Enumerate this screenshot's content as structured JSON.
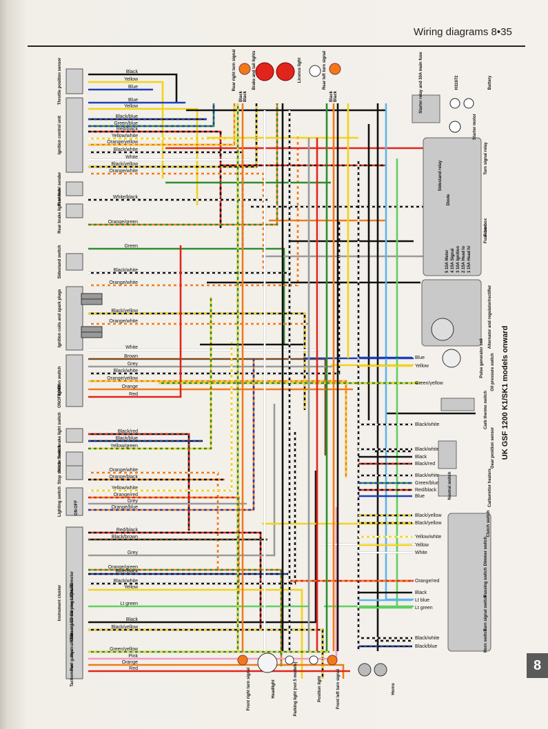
{
  "header": {
    "title": "Wiring diagrams",
    "page_number": "8•35"
  },
  "chapter_tab": "8",
  "diagram_title": "UK GSF 1200 K1/SK1 models onward",
  "ref_code": "H31972",
  "colors": {
    "black": "#111111",
    "yellow": "#f2d31b",
    "blue": "#1c3fb8",
    "red": "#e0251c",
    "orange": "#f07a1a",
    "green": "#2e8b2e",
    "white": "#ffffff",
    "grey": "#9a9a9a",
    "brown": "#7a4a1e",
    "pink": "#f59ac0",
    "lt_blue": "#5fb4e6",
    "lt_green": "#5fcf5f"
  },
  "left_components": [
    {
      "name": "Throttle position sensor"
    },
    {
      "name": "Ignition control unit"
    },
    {
      "name": "Fuel level sender"
    },
    {
      "name": "Rear brake light switch"
    },
    {
      "name": "Sidestand switch"
    },
    {
      "name": "Ignition coils and spark plugs"
    },
    {
      "name": "Ignition switch"
    },
    {
      "name": "Front brake light switch"
    },
    {
      "name": "Starter switch"
    },
    {
      "name": "Stop switch"
    },
    {
      "name": "Lighting switch"
    },
    {
      "name": "Instrument cluster"
    }
  ],
  "left_wires": [
    {
      "label": "Black",
      "color": "black"
    },
    {
      "label": "Yellow",
      "color": "yellow"
    },
    {
      "label": "Blue",
      "color": "blue"
    },
    {
      "label": "Blue",
      "color": "blue"
    },
    {
      "label": "Yellow",
      "color": "yellow"
    },
    {
      "label": "Black/blue",
      "color": "black",
      "tracer": "blue"
    },
    {
      "label": "Green/blue",
      "color": "green",
      "tracer": "blue"
    },
    {
      "label": "Red/black",
      "color": "red",
      "tracer": "black"
    },
    {
      "label": "Yellow/white",
      "color": "yellow",
      "tracer": "white"
    },
    {
      "label": "Orange/yellow",
      "color": "orange",
      "tracer": "yellow"
    },
    {
      "label": "Black/white",
      "color": "black",
      "tracer": "white"
    },
    {
      "label": "White",
      "color": "white"
    },
    {
      "label": "Black/yellow",
      "color": "black",
      "tracer": "yellow"
    },
    {
      "label": "Orange/white",
      "color": "orange",
      "tracer": "white"
    },
    {
      "label": "White/black",
      "color": "white",
      "tracer": "black"
    },
    {
      "label": "Orange/green",
      "color": "orange",
      "tracer": "green"
    },
    {
      "label": "Green",
      "color": "green"
    },
    {
      "label": "Black/white",
      "color": "black",
      "tracer": "white"
    },
    {
      "label": "Orange/white",
      "color": "orange",
      "tracer": "white"
    },
    {
      "label": "Black/yellow",
      "color": "black",
      "tracer": "yellow"
    },
    {
      "label": "Orange/white",
      "color": "orange",
      "tracer": "white"
    },
    {
      "label": "White",
      "color": "white"
    },
    {
      "label": "Brown",
      "color": "brown"
    },
    {
      "label": "Grey",
      "color": "grey"
    },
    {
      "label": "Black/white",
      "color": "black",
      "tracer": "white"
    },
    {
      "label": "Orange/yellow",
      "color": "orange",
      "tracer": "yellow"
    },
    {
      "label": "Orange",
      "color": "orange"
    },
    {
      "label": "Red",
      "color": "red"
    },
    {
      "label": "Black/red",
      "color": "black",
      "tracer": "red"
    },
    {
      "label": "Black/blue",
      "color": "black",
      "tracer": "blue"
    },
    {
      "label": "Yellow/green",
      "color": "yellow",
      "tracer": "green"
    },
    {
      "label": "Orange/white",
      "color": "orange",
      "tracer": "white"
    },
    {
      "label": "Orange/black",
      "color": "orange",
      "tracer": "black"
    },
    {
      "label": "Yellow/white",
      "color": "yellow",
      "tracer": "white"
    },
    {
      "label": "Orange/red",
      "color": "orange",
      "tracer": "red"
    },
    {
      "label": "Grey",
      "color": "grey"
    },
    {
      "label": "Orange/blue",
      "color": "orange",
      "tracer": "blue"
    },
    {
      "label": "Red/black",
      "color": "red",
      "tracer": "black"
    },
    {
      "label": "Black/brown",
      "color": "black",
      "tracer": "brown"
    },
    {
      "label": "Grey",
      "color": "grey"
    },
    {
      "label": "Orange/green",
      "color": "orange",
      "tracer": "green"
    },
    {
      "label": "Blue/black",
      "color": "blue",
      "tracer": "black"
    },
    {
      "label": "Black/white",
      "color": "black",
      "tracer": "white"
    },
    {
      "label": "Yellow",
      "color": "yellow"
    },
    {
      "label": "Lt green",
      "color": "lt_green"
    },
    {
      "label": "Black",
      "color": "black"
    },
    {
      "label": "Black/yellow",
      "color": "black",
      "tracer": "yellow"
    },
    {
      "label": "Green/yellow",
      "color": "green",
      "tracer": "yellow"
    },
    {
      "label": "Pink",
      "color": "pink"
    },
    {
      "label": "Orange",
      "color": "orange"
    },
    {
      "label": "Red",
      "color": "red"
    }
  ],
  "right_components": [
    {
      "name": "Starter relay and 30A main fuse"
    },
    {
      "name": "Battery"
    },
    {
      "name": "Starter motor"
    },
    {
      "name": "Turn signal relay"
    },
    {
      "name": "Sidestand relay"
    },
    {
      "name": "Diode"
    },
    {
      "name": "Fuse box"
    },
    {
      "name": "Alternator and regulator/rectifier"
    },
    {
      "name": "Pulse generator coil"
    },
    {
      "name": "Oil pressure switch"
    },
    {
      "name": "Carb thermo switch"
    },
    {
      "name": "Gear position sensor"
    },
    {
      "name": "Neutral switch"
    },
    {
      "name": "Carburettor heaters"
    },
    {
      "name": "Clutch switch"
    },
    {
      "name": "Dimmer switch"
    },
    {
      "name": "Passing switch"
    },
    {
      "name": "Turn signal switch"
    },
    {
      "name": "Horn switch"
    }
  ],
  "right_wires": [
    {
      "label": "Blue",
      "color": "blue"
    },
    {
      "label": "Yellow",
      "color": "yellow"
    },
    {
      "label": "Green/yellow",
      "color": "green",
      "tracer": "yellow"
    },
    {
      "label": "Black/white",
      "color": "black",
      "tracer": "white"
    },
    {
      "label": "Black/white",
      "color": "black",
      "tracer": "white"
    },
    {
      "label": "Black",
      "color": "black"
    },
    {
      "label": "Black/red",
      "color": "black",
      "tracer": "red"
    },
    {
      "label": "Black/white",
      "color": "black",
      "tracer": "white"
    },
    {
      "label": "Green/blue",
      "color": "green",
      "tracer": "blue"
    },
    {
      "label": "Red/black",
      "color": "red",
      "tracer": "black"
    },
    {
      "label": "Blue",
      "color": "blue"
    },
    {
      "label": "Black/yellow",
      "color": "black",
      "tracer": "yellow"
    },
    {
      "label": "Black/yellow",
      "color": "black",
      "tracer": "yellow"
    },
    {
      "label": "Yellow/white",
      "color": "yellow",
      "tracer": "white"
    },
    {
      "label": "Yellow",
      "color": "yellow"
    },
    {
      "label": "White",
      "color": "white"
    },
    {
      "label": "Orange/red",
      "color": "orange",
      "tracer": "red"
    },
    {
      "label": "Black",
      "color": "black"
    },
    {
      "label": "Lt blue",
      "color": "lt_blue"
    },
    {
      "label": "Lt green",
      "color": "lt_green"
    },
    {
      "label": "Black/white",
      "color": "black",
      "tracer": "white"
    },
    {
      "label": "Black/blue",
      "color": "black",
      "tracer": "blue"
    }
  ],
  "top_components": [
    {
      "name": "Rear right turn signal",
      "wires": "Black / Black"
    },
    {
      "name": "Brake and tail lights"
    },
    {
      "name": "Licence light"
    },
    {
      "name": "Rear left turn signal",
      "wires": "Black / Black"
    }
  ],
  "bottom_components": [
    {
      "name": "Front right turn signal"
    },
    {
      "name": "Headlight"
    },
    {
      "name": "Parking light (not 5 models)"
    },
    {
      "name": "Position light"
    },
    {
      "name": "Front left turn signal"
    },
    {
      "name": "Horns"
    }
  ],
  "fuse_box": {
    "title": "Fuse box",
    "fuses": [
      "1  15A  Head hi",
      "2  15A  Head lo",
      "3  10A  Ignition",
      "4  15A  Signal",
      "5  10A  Meter"
    ]
  },
  "instrument_labels": [
    "Tachometer",
    "Fuel gauge",
    "Neutral LED",
    "Hi beam LED",
    "Turn signal warning LEDs",
    "Oil pressure LED",
    "Speedometer"
  ],
  "ignition_switch_rows": [
    "ON",
    "OFF",
    "LOCK",
    "P"
  ],
  "lighting_switch_rows": [
    "ON",
    "OFF"
  ]
}
